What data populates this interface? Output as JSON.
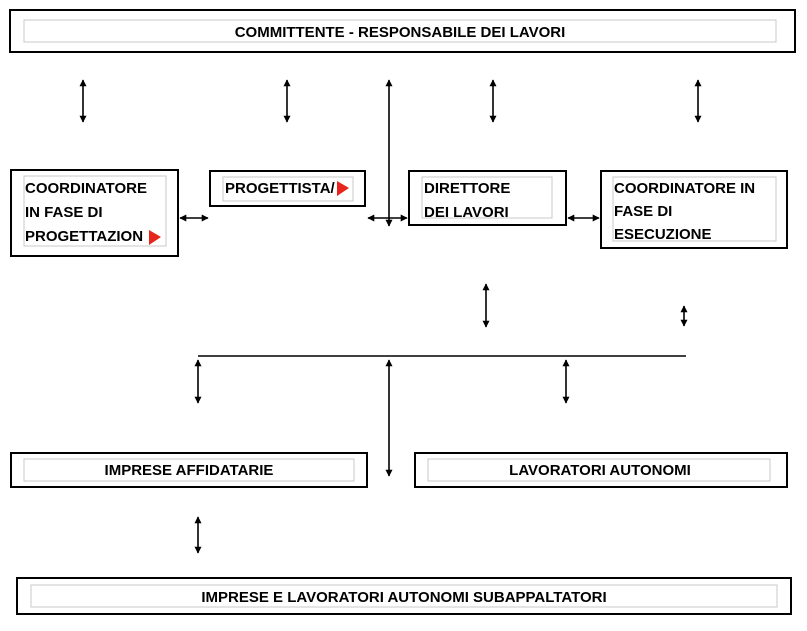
{
  "boxes": {
    "committente": "COMMITTENTE - RESPONSABILE DEI LAVORI",
    "coord_prog": [
      "COORDINATORE",
      "IN FASE DI",
      "PROGETTAZION"
    ],
    "progettista": "PROGETTISTA/",
    "direttore": [
      "DIRETTORE",
      "DEI LAVORI"
    ],
    "coord_esec": [
      "COORDINATORE IN",
      "FASE DI",
      "ESECUZIONE"
    ],
    "affidatarie": "IMPRESE AFFIDATARIE",
    "autonomi": "LAVORATORI AUTONOMI",
    "subappaltatori": "IMPRESE E LAVORATORI AUTONOMI SUBAPPALTATORI"
  },
  "colors": {
    "border": "#000000",
    "inner_border": "#c8c8c8",
    "marker": "#e8251c"
  }
}
